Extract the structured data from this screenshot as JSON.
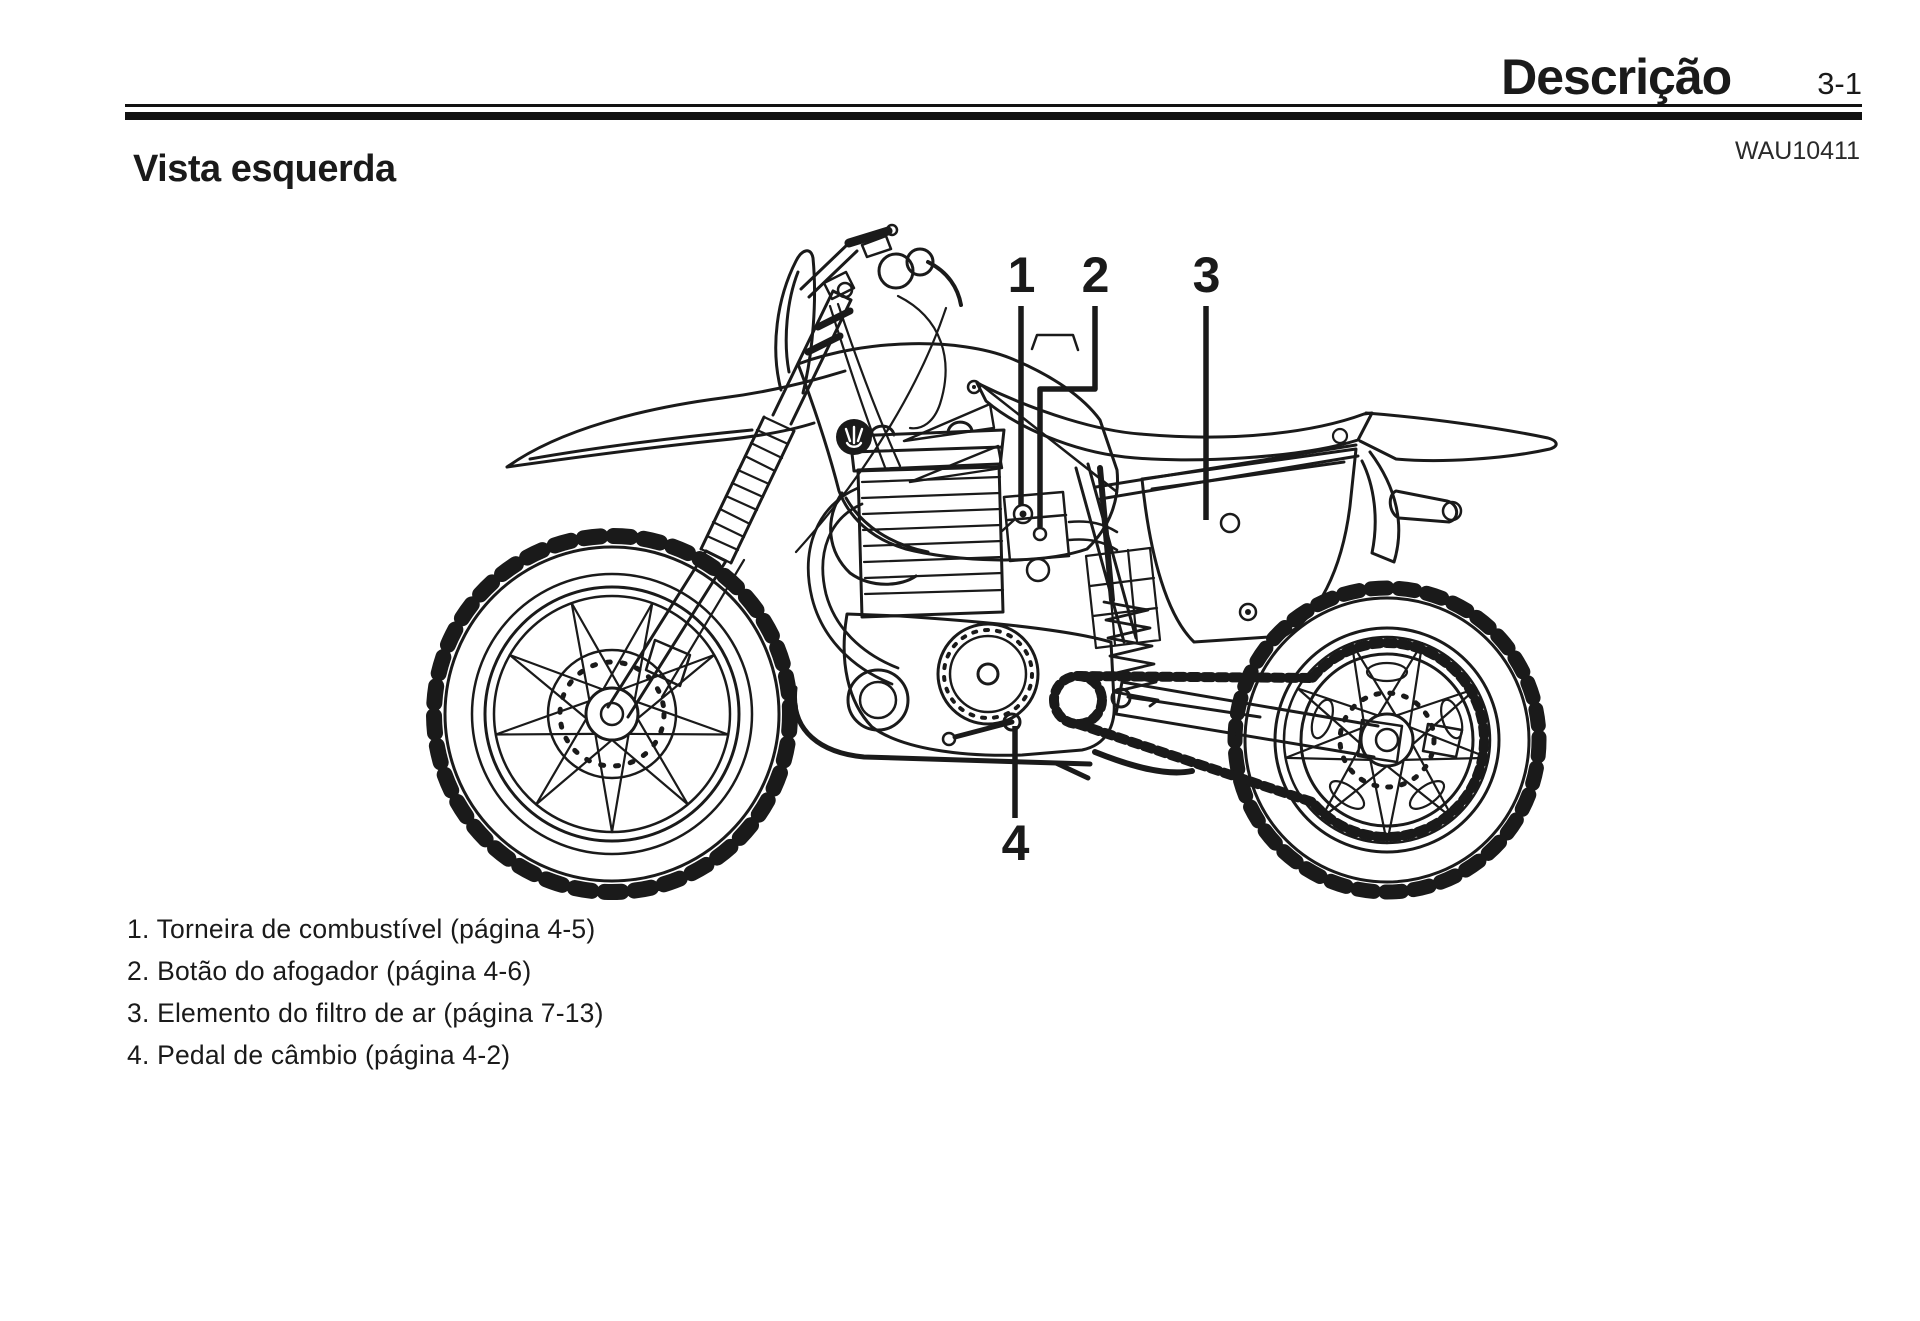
{
  "header": {
    "chapter_title": "Descrição",
    "page_number": "3-1",
    "form_code": "WAU10411"
  },
  "section_heading": "Vista esquerda",
  "callouts": [
    "1",
    "2",
    "3",
    "4"
  ],
  "legend_items": [
    "1. Torneira de combustível (página 4-5)",
    "2. Botão do afogador (página 4-6)",
    "3. Elemento do filtro de ar (página 7-13)",
    "4. Pedal de câmbio (página 4-2)"
  ],
  "figure_alt": "motorcycle-left-side-line-drawing",
  "colors": {
    "ink": "#1a1a1a",
    "paper": "#ffffff"
  }
}
